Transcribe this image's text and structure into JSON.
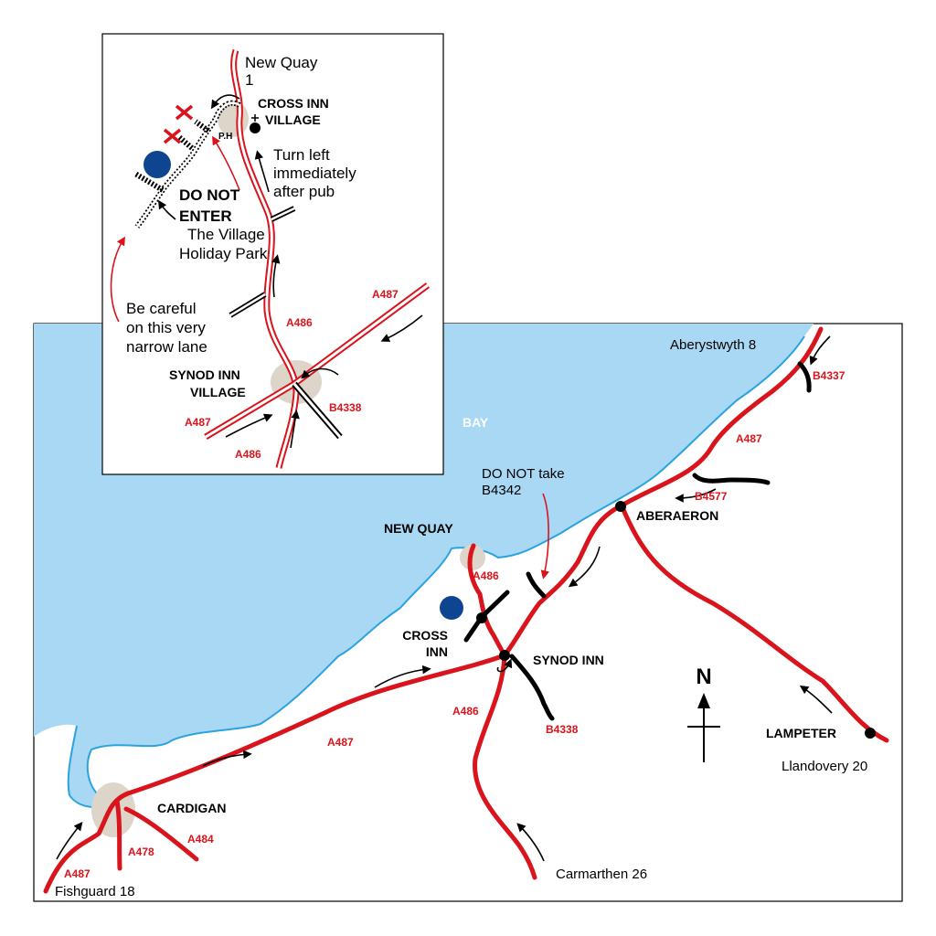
{
  "water_label": "BAY",
  "towns": {
    "new_quay": "NEW QUAY",
    "aberaeron": "ABERAERON",
    "cross_inn": [
      "CROSS",
      "INN"
    ],
    "synod_inn": "SYNOD INN",
    "cardigan": "CARDIGAN",
    "lampeter": "LAMPETER"
  },
  "destinations": {
    "aberystwyth": "Aberystwyth 8",
    "llandovery": "Llandovery 20",
    "carmarthen": "Carmarthen 26",
    "fishguard": "Fishguard 18"
  },
  "roads": {
    "a487_top": "A487",
    "b4337": "B4337",
    "b4577": "B4577",
    "a486_north": "A486",
    "a487_mid": "A487",
    "a486_south": "A486",
    "b4338": "B4338",
    "a487_west": "A487",
    "a478": "A478",
    "a484": "A484"
  },
  "warning": [
    "DO NOT take",
    "B4342"
  ],
  "inset": {
    "new_quay": [
      "New Quay",
      "1"
    ],
    "cross_inn": [
      "CROSS INN",
      "VILLAGE"
    ],
    "pub": "P.H",
    "turn_left": [
      "Turn left",
      "immediately",
      "after pub"
    ],
    "do_not_enter": [
      "DO NOT",
      "ENTER"
    ],
    "park": [
      "The Village",
      "Holiday Park"
    ],
    "careful": [
      "Be careful",
      "on this very",
      "narrow lane"
    ],
    "synod_inn": [
      "SYNOD INN",
      "VILLAGE"
    ],
    "a487_ne": "A487",
    "a486_mid": "A486",
    "a487_sw": "A487",
    "b4338": "B4338",
    "a486_s": "A486"
  },
  "north_label": "N",
  "colors": {
    "sea": "#a8d8f4",
    "coast": "#2aa3df",
    "road": "#d9141c",
    "park_dot": "#0e4590",
    "town_area": "#ddd5c9"
  }
}
